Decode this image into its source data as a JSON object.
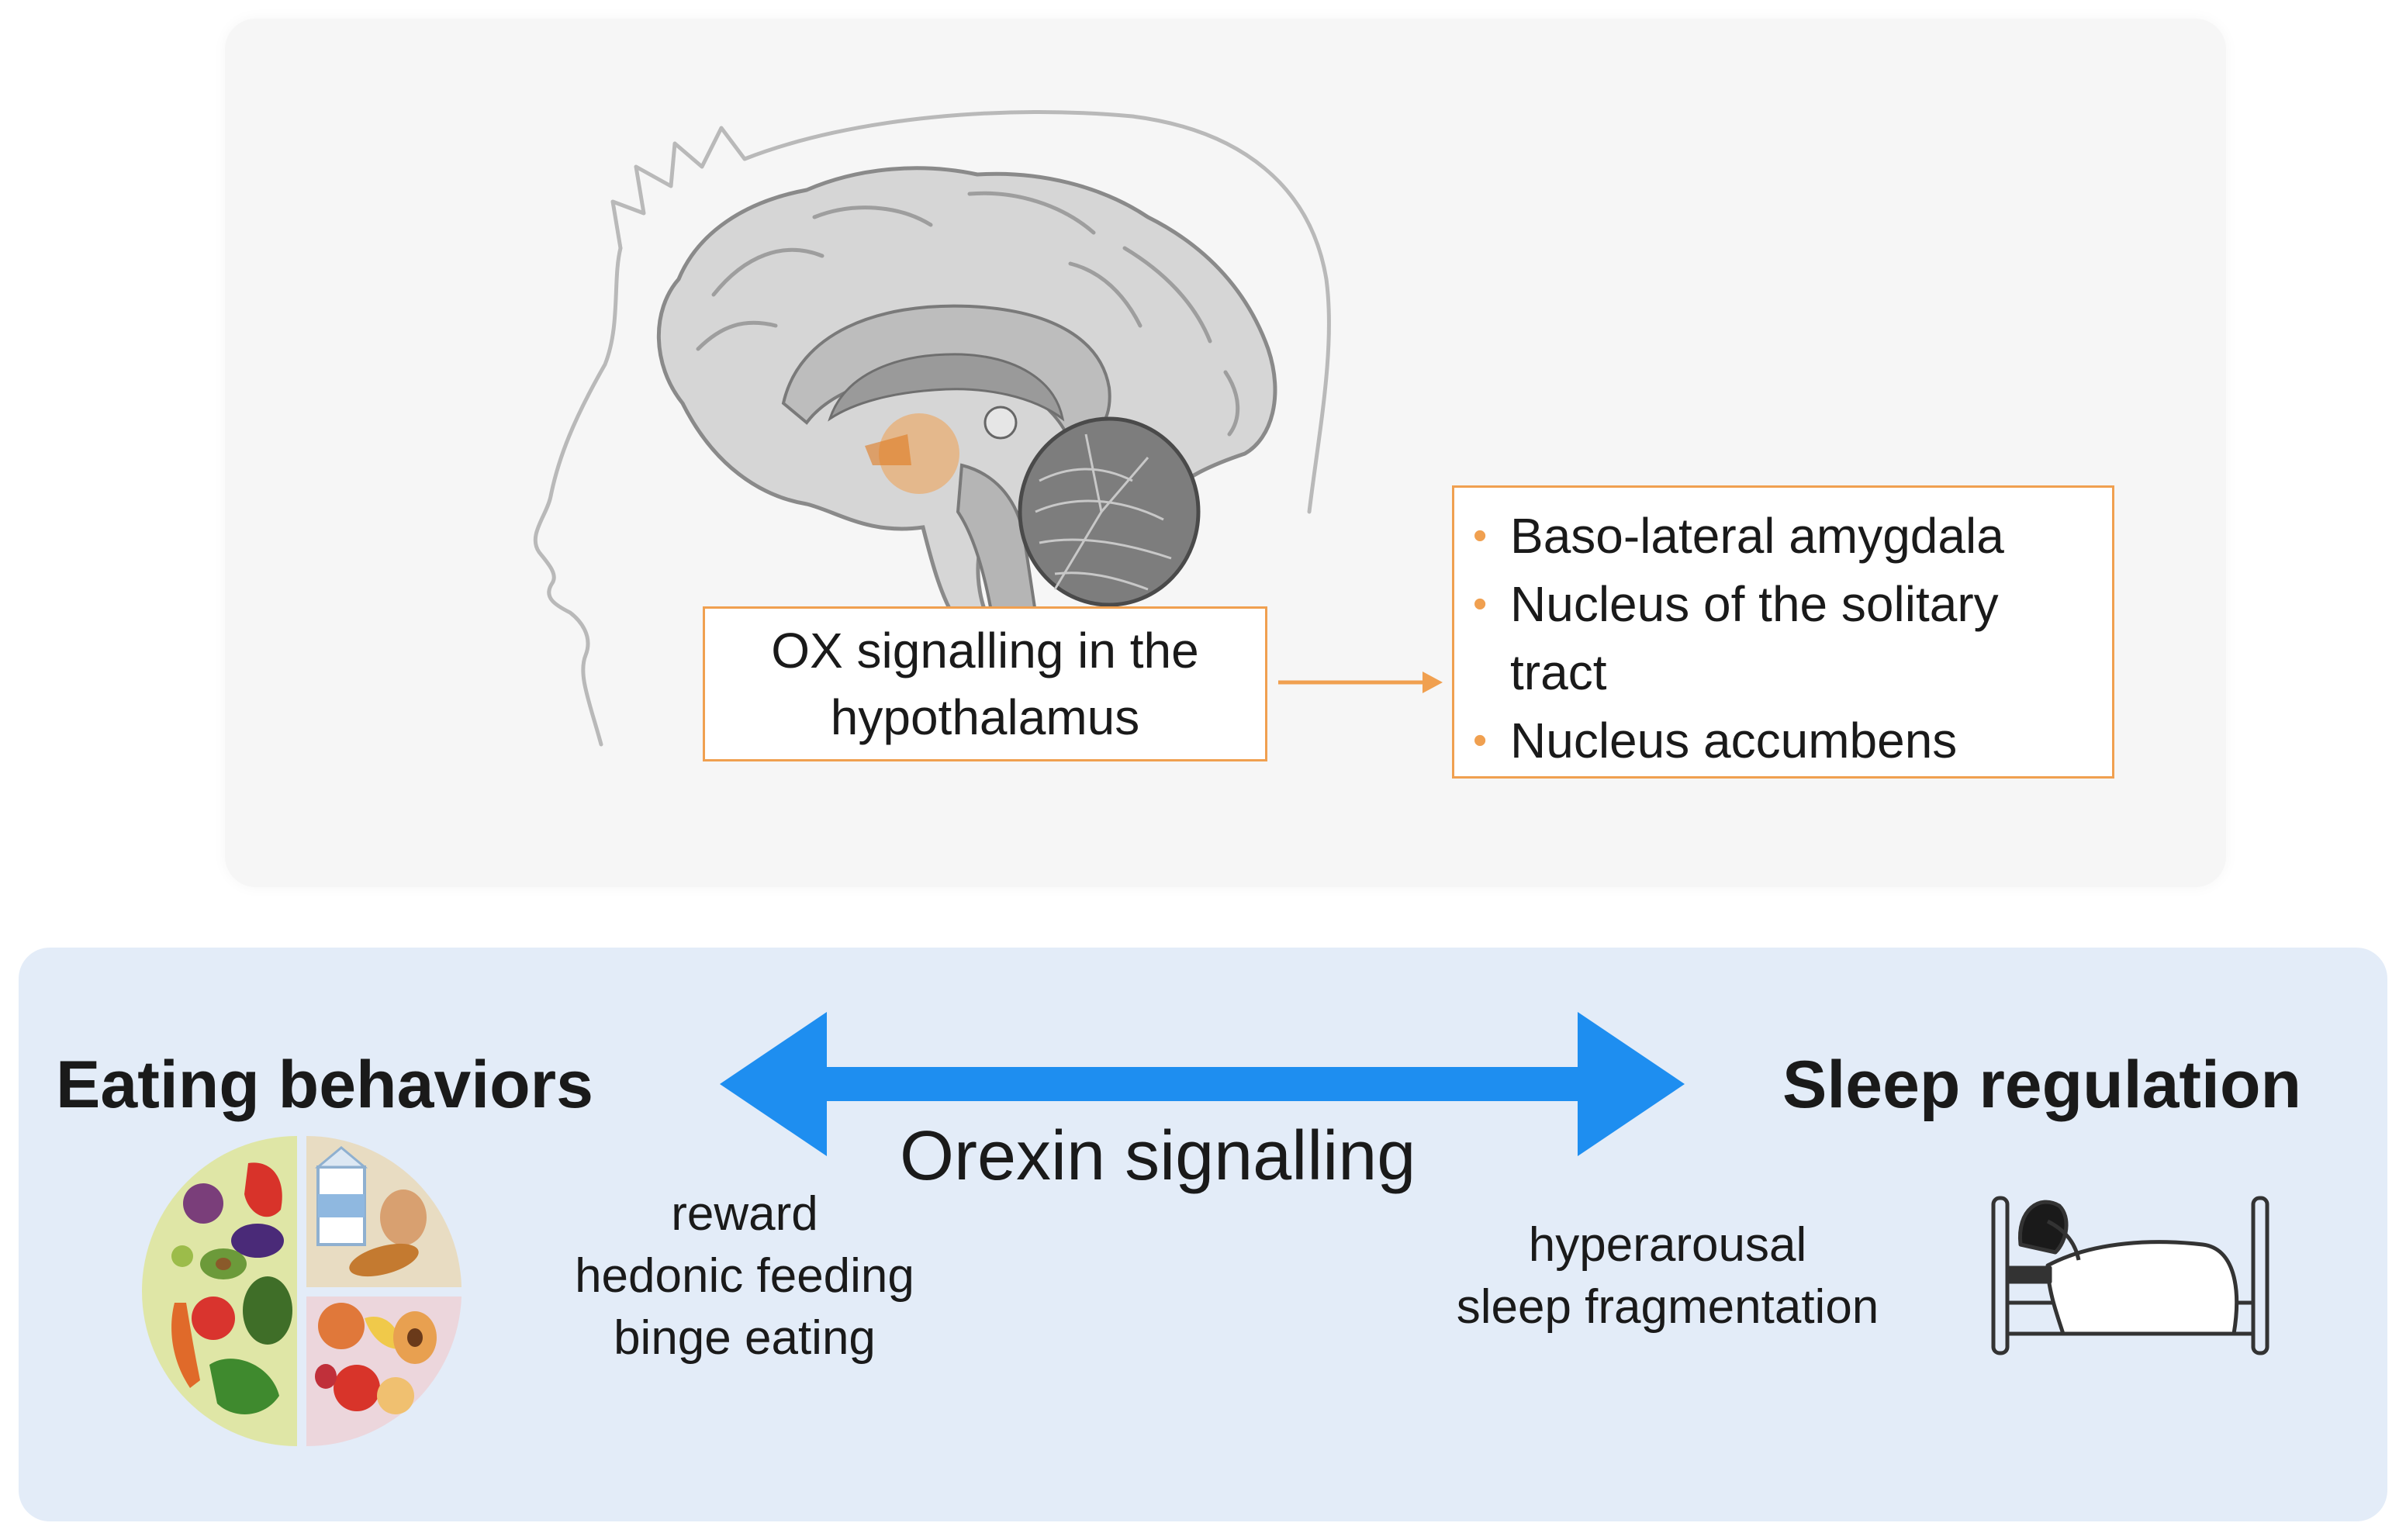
{
  "hypothalamus_box": {
    "line1": "OX signalling in the",
    "line2": "hypothalamus"
  },
  "target_regions": [
    {
      "line1": "Baso-lateral amygdala",
      "line2": ""
    },
    {
      "line1": "Nucleus of the solitary",
      "line2": "tract"
    },
    {
      "line1": "Nucleus accumbens",
      "line2": ""
    }
  ],
  "bullet_glyph": "•",
  "left_label": "Eating behaviors",
  "right_label": "Sleep regulation",
  "center_label": "Orexin signalling",
  "eating_effects": [
    "reward",
    "hedonic feeding",
    "binge eating"
  ],
  "sleep_effects": [
    "hyperarousal",
    "sleep fragmentation"
  ],
  "icons": {
    "brain": "brain-head-profile-illustration",
    "plate": "food-plate-icon",
    "bed": "person-in-bed-icon",
    "arrow_double": "double-headed-arrow-icon",
    "arrow_small": "connector-arrow-icon"
  },
  "colors": {
    "accent_orange": "#f0a050",
    "arrow_blue": "#1e8ef0",
    "panel_top": "#f6f6f6",
    "panel_bottom": "#e3ecf8"
  }
}
